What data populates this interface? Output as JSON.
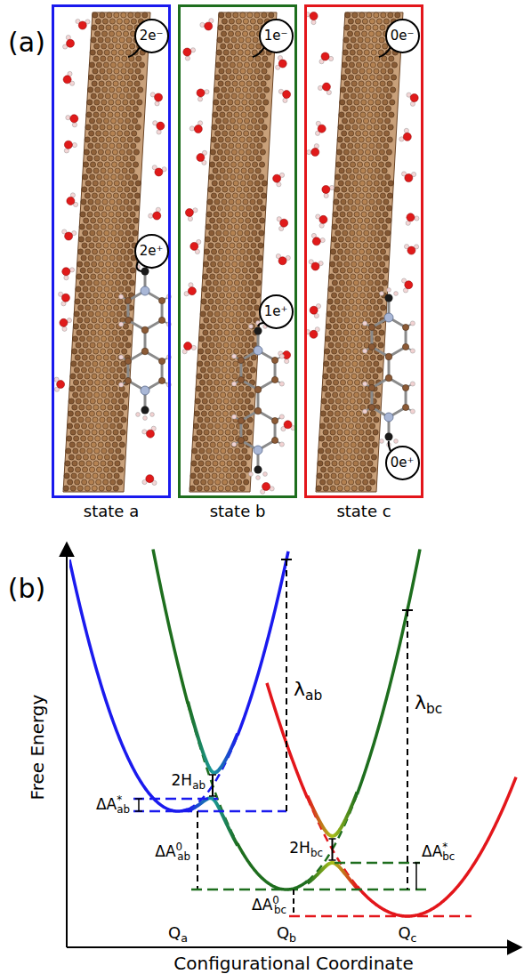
{
  "diagram": {
    "nodes": [
      {
        "text": [
          "state a"
        ]
      },
      {
        "text": [
          "2e⁻"
        ],
        "in": 0
      },
      {
        "text": [
          "2e⁺"
        ],
        "in": 0
      },
      {
        "text": [
          "state b"
        ]
      },
      {
        "text": [
          "1e⁻"
        ],
        "in": 3
      },
      {
        "text": [
          "1e⁺"
        ],
        "in": 3
      },
      {
        "text": [
          "state c"
        ]
      },
      {
        "text": [
          "0e⁻"
        ],
        "in": 6
      },
      {
        "text": [
          "0e⁺"
        ],
        "in": 6
      }
    ],
    "labels": [
      "(a)",
      "(b)",
      "Free Energy",
      "Configurational Coordinate",
      "Qa",
      "Qb",
      "Qc",
      "λab",
      "λbc",
      "2Hab",
      "2Hbc",
      "ΔA*ab",
      "ΔA0ab",
      "ΔA*bc",
      "ΔA0bc"
    ]
  }
}
